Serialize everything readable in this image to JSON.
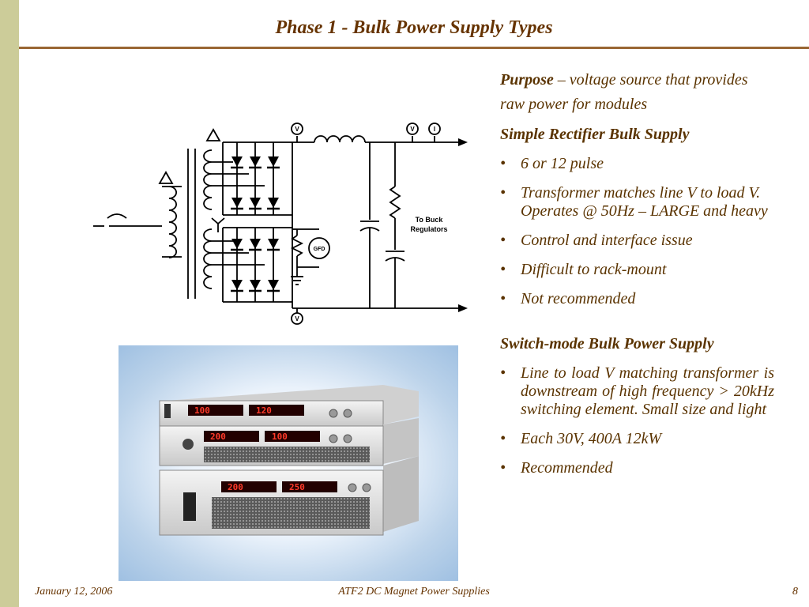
{
  "slide": {
    "title": "Phase 1 - Bulk Power Supply Types"
  },
  "diagram": {
    "meter_v": "V",
    "meter_i": "I",
    "gfd_label": "GFD",
    "buck_line1": "To Buck",
    "buck_line2": "Regulators"
  },
  "photo": {
    "panel1_left": "100",
    "panel1_right": "120",
    "panel2_left": "200",
    "panel2_right": "100",
    "panel3_left": "200",
    "panel3_right": "250"
  },
  "content": {
    "purpose_label": "Purpose",
    "purpose_text": " – voltage source that provides raw power for modules",
    "section1_heading": "Simple Rectifier Bulk Supply",
    "section1_bullets": [
      "6 or 12 pulse",
      "Transformer matches line V to load V. Operates @ 50Hz – LARGE and heavy",
      "Control and interface issue",
      "Difficult to rack-mount",
      "Not recommended"
    ],
    "section2_heading": "Switch-mode Bulk Power Supply",
    "section2_bullets": [
      "Line to load V matching transformer is downstream of high frequency > 20kHz switching element. Small size and light",
      "Each 30V, 400A 12kW",
      "Recommended"
    ]
  },
  "footer": {
    "date": "January 12, 2006",
    "center": "ATF2 DC Magnet Power Supplies",
    "page": "8"
  },
  "colors": {
    "accent_bar": "#cccc99",
    "title_text": "#663300",
    "title_rule": "#996633",
    "body_text": "#5a3300"
  }
}
